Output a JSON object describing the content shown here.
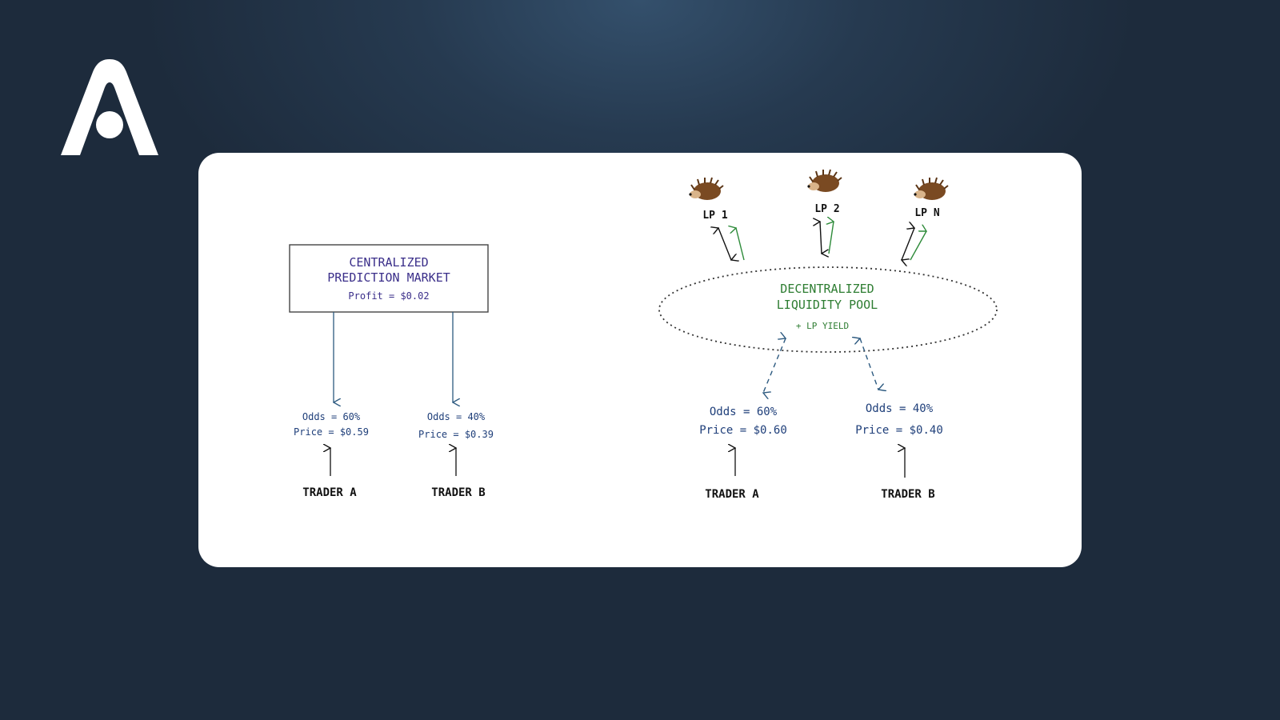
{
  "colors": {
    "background": "#1d2b3c",
    "card": "#ffffff",
    "centralized_text": "#3b2f8a",
    "decentralized_text": "#2e7d32",
    "odds_text": "#1f3f7a",
    "trader_text": "#111111",
    "lp_arrow_green": "#2e8b3a"
  },
  "logo": {
    "icon": "arch-logo-icon"
  },
  "centralized": {
    "box_line1": "CENTRALIZED",
    "box_line2": "PREDICTION MARKET",
    "profit": "Profit = $0.02",
    "trader_a": {
      "odds": "Odds = 60%",
      "price": "Price = $0.59",
      "label": "TRADER A"
    },
    "trader_b": {
      "odds": "Odds = 40%",
      "price": "Price = $0.39",
      "label": "TRADER B"
    }
  },
  "decentralized": {
    "pool_line1": "DECENTRALIZED",
    "pool_line2": "LIQUIDITY POOL",
    "yield": "+ LP YIELD",
    "lps": [
      {
        "label": "LP 1",
        "icon": "hedgehog-icon"
      },
      {
        "label": "LP 2",
        "icon": "hedgehog-icon"
      },
      {
        "label": "LP N",
        "icon": "hedgehog-icon"
      }
    ],
    "trader_a": {
      "odds": "Odds = 60%",
      "price": "Price = $0.60",
      "label": "TRADER A"
    },
    "trader_b": {
      "odds": "Odds = 40%",
      "price": "Price = $0.40",
      "label": "TRADER B"
    }
  }
}
